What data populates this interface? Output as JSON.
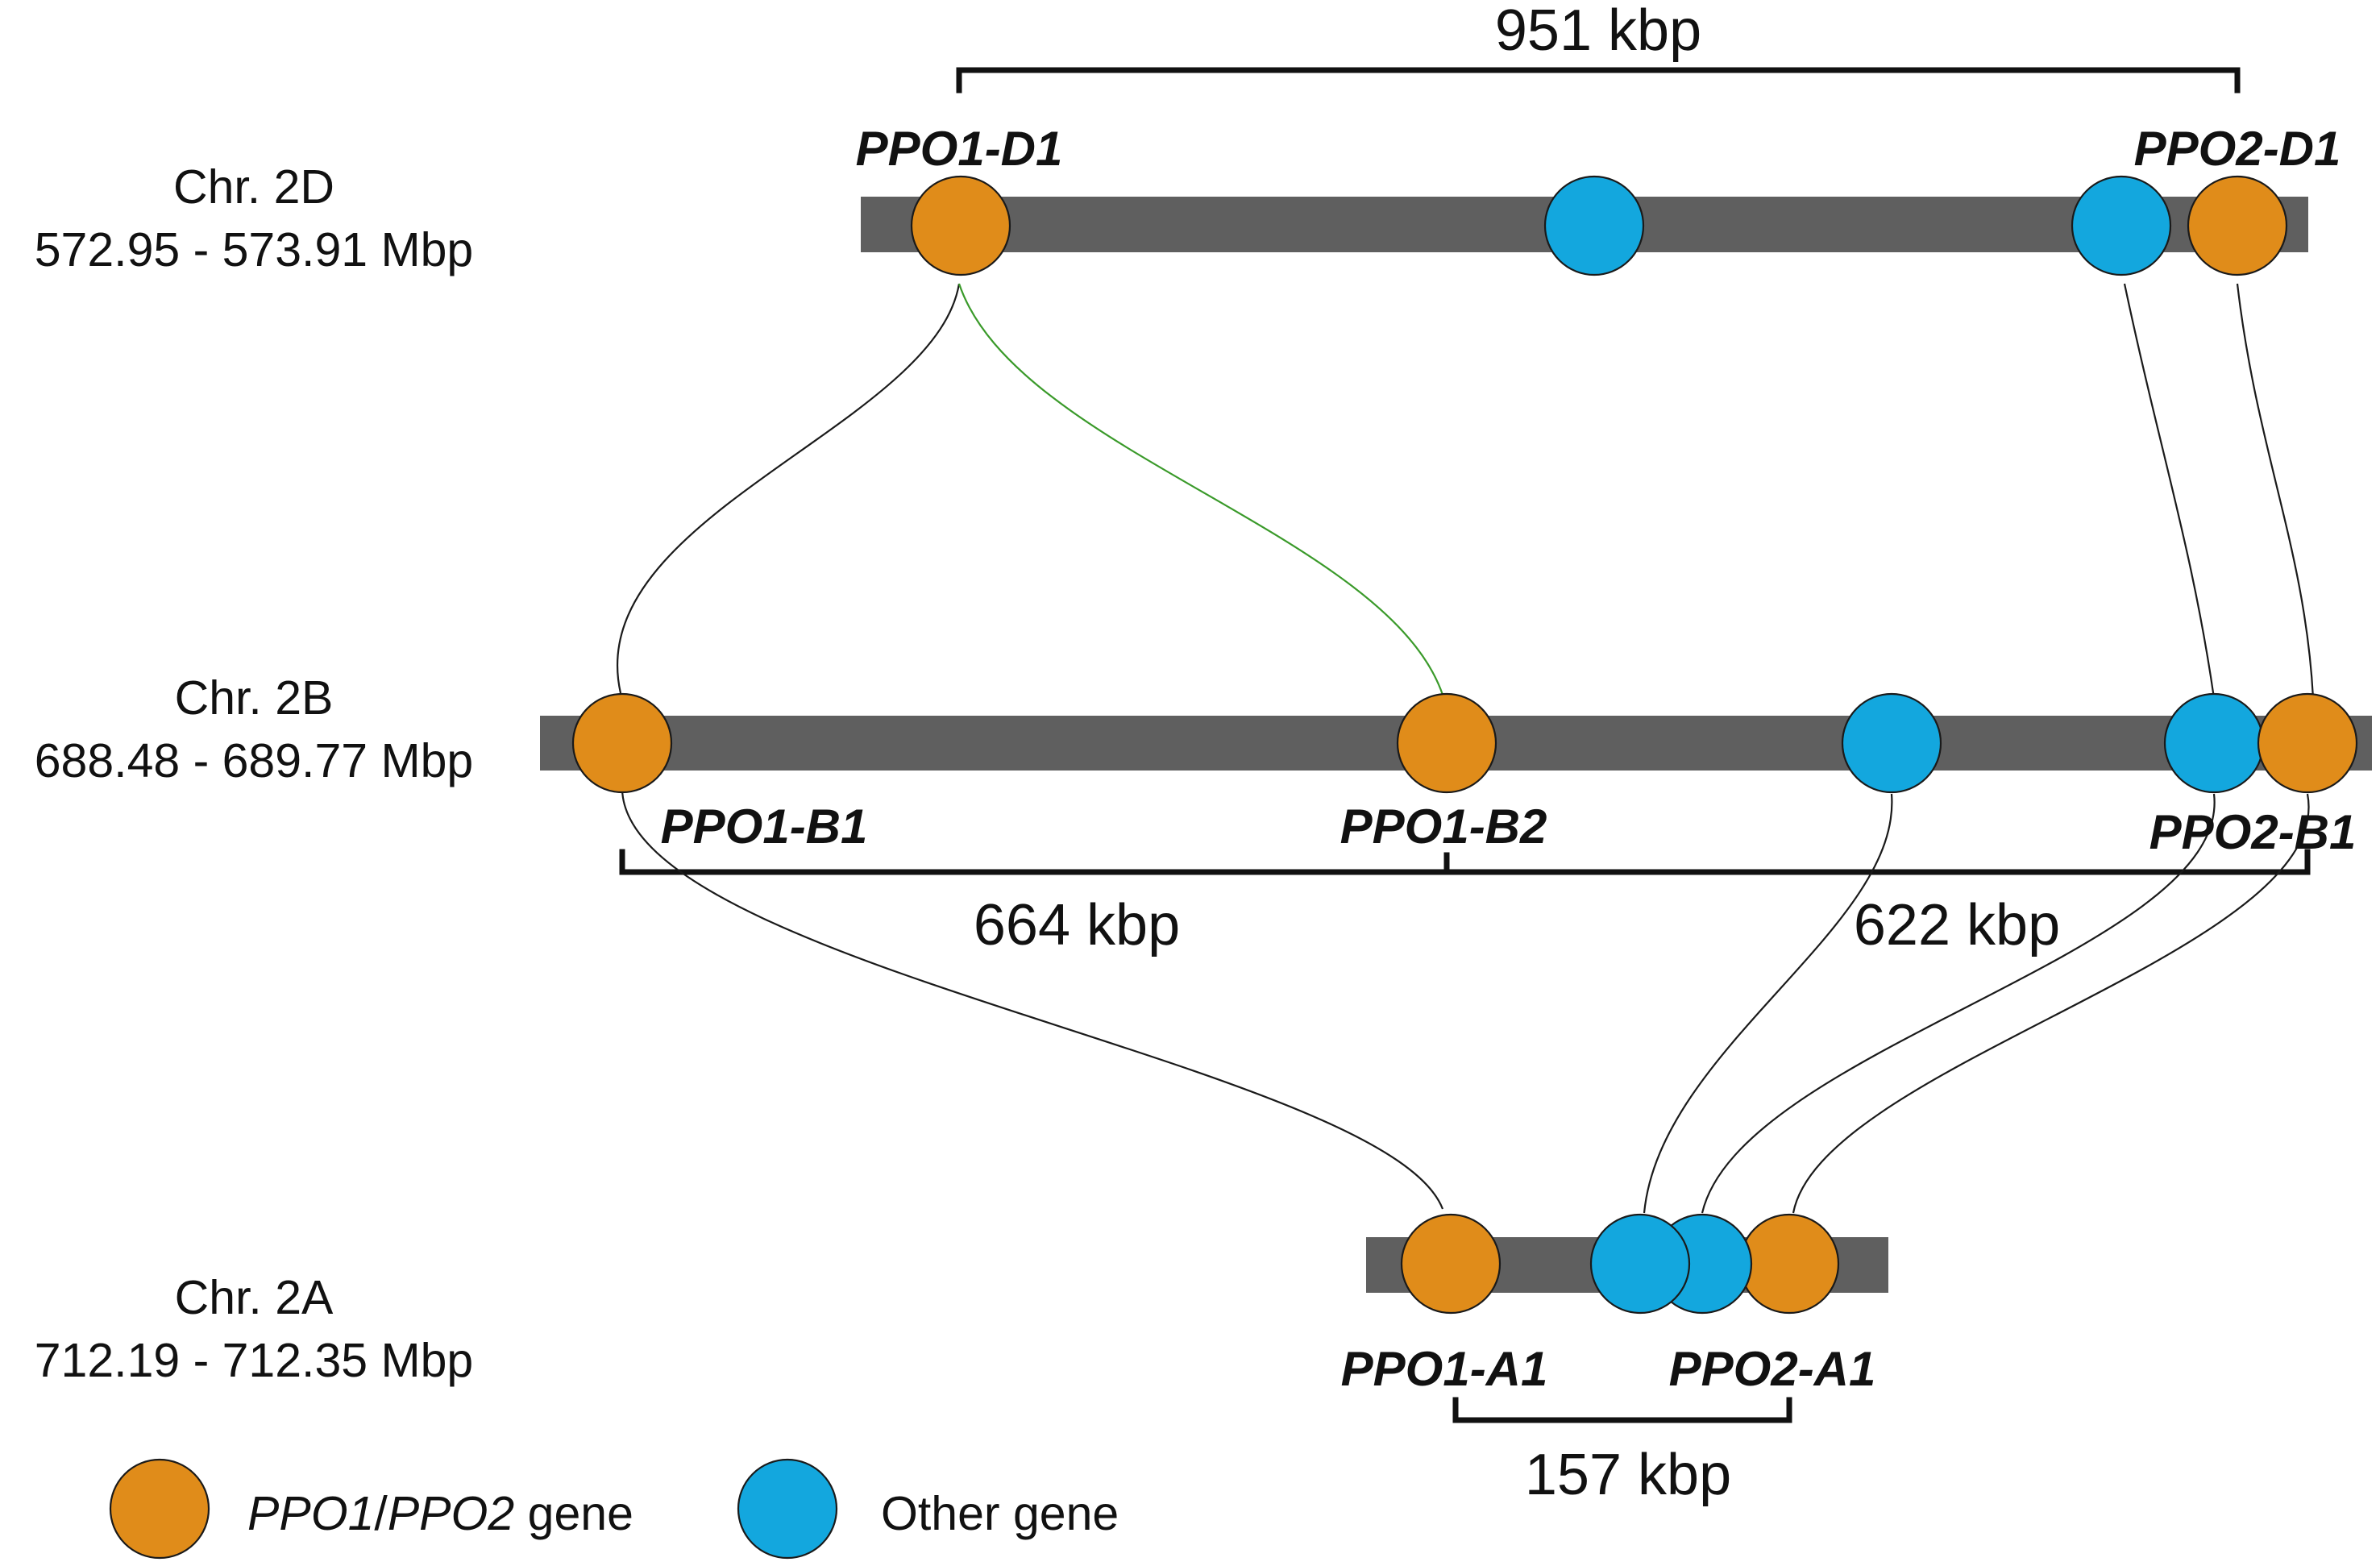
{
  "colors": {
    "ppo_gene": "#e08c1a",
    "other_gene": "#13a7de",
    "bar": "#5f5f5f",
    "link": "#1a1a1a",
    "green_link": "#3a9a2a"
  },
  "chromosomes": {
    "d": {
      "name": "Chr. 2D",
      "range": "572.95 - 573.91 Mbp"
    },
    "b": {
      "name": "Chr. 2B",
      "range": "688.48 - 689.77 Mbp"
    },
    "a": {
      "name": "Chr. 2A",
      "range": "712.19 - 712.35 Mbp"
    }
  },
  "genes": {
    "ppo1_d1": "PPO1-D1",
    "ppo2_d1": "PPO2-D1",
    "ppo1_b1": "PPO1-B1",
    "ppo1_b2": "PPO1-B2",
    "ppo2_b1": "PPO2-B1",
    "ppo1_a1": "PPO1-A1",
    "ppo2_a1": "PPO2-A1"
  },
  "distances": {
    "d": "951 kbp",
    "b_left": "664 kbp",
    "b_right": "622 kbp",
    "a": "157 kbp"
  },
  "legend": {
    "ppo_gene_italic_1": "PPO1",
    "ppo_gene_slash": "/",
    "ppo_gene_italic_2": "PPO2",
    "ppo_gene_suffix": " gene",
    "other_gene": "Other gene"
  }
}
